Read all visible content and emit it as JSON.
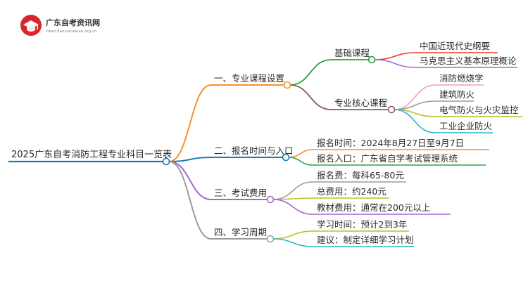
{
  "logo": {
    "brand": "广东自考资讯网",
    "domain": "zikao.danluxuexiao.org.cn"
  },
  "mindmap": {
    "root": "2025广东自考消防工程专业科目一览表",
    "branches": [
      {
        "label": "一、专业课程设置",
        "color": "#f5902a",
        "children": [
          {
            "label": "基础课程",
            "color": "#31a043",
            "children": [
              {
                "label": "中国近现代史纲要",
                "color": "#e8412f"
              },
              {
                "label": "马克思主义基本原理概论",
                "color": "#a566d3"
              }
            ]
          },
          {
            "label": "专业核心课程",
            "color": "#8e5a50",
            "children": [
              {
                "label": "消防燃烧学",
                "color": "#f09ac8"
              },
              {
                "label": "建筑防火",
                "color": "#9b9b9b"
              },
              {
                "label": "电气防火与火灾监控",
                "color": "#bcbd2a"
              },
              {
                "label": "工业企业防火",
                "color": "#24b9cc"
              }
            ]
          }
        ]
      },
      {
        "label": "二、报名时间与入口",
        "color": "#1f77b4",
        "children": [
          {
            "label": "报名时间：2024年8月27日至9月7日",
            "color": "#f5902a"
          },
          {
            "label": "报名入口：广东省自学考试管理系统",
            "color": "#31a043"
          }
        ]
      },
      {
        "label": "三、考试费用",
        "color": "#a566d3",
        "children": [
          {
            "label": "报名费：每科65-80元",
            "color": "#9b9b9b"
          },
          {
            "label": "总费用：约240元",
            "color": "#bcbd2a"
          },
          {
            "label": "教材费用：通常在200元以上",
            "color": "#a566d3"
          }
        ]
      },
      {
        "label": "四、学习周期",
        "color": "#9b9b9b",
        "children": [
          {
            "label": "学习时间：预计2到3年",
            "color": "#bcbd2a"
          },
          {
            "label": "建议：制定详细学习计划",
            "color": "#24b9cc"
          }
        ]
      }
    ]
  }
}
